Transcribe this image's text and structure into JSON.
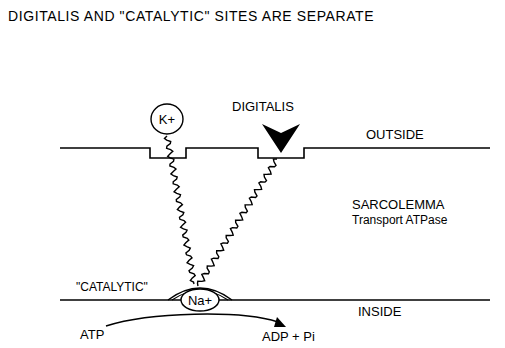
{
  "diagram": {
    "title": "DIGITALIS AND \"CATALYTIC\" SITES ARE SEPARATE",
    "nodes": [
      {
        "text": [
          "K+"
        ]
      },
      {
        "text": [
          "Na+"
        ]
      }
    ],
    "edges": [
      {
        "from": 0,
        "to": 1,
        "arrow": "none"
      }
    ],
    "labels": [
      "DIGITALIS",
      "OUTSIDE",
      "SARCOLEMMA",
      "Transport ATPase",
      "\"CATALYTIC\"",
      "INSIDE",
      "ATP",
      "ADP + Pi"
    ]
  }
}
